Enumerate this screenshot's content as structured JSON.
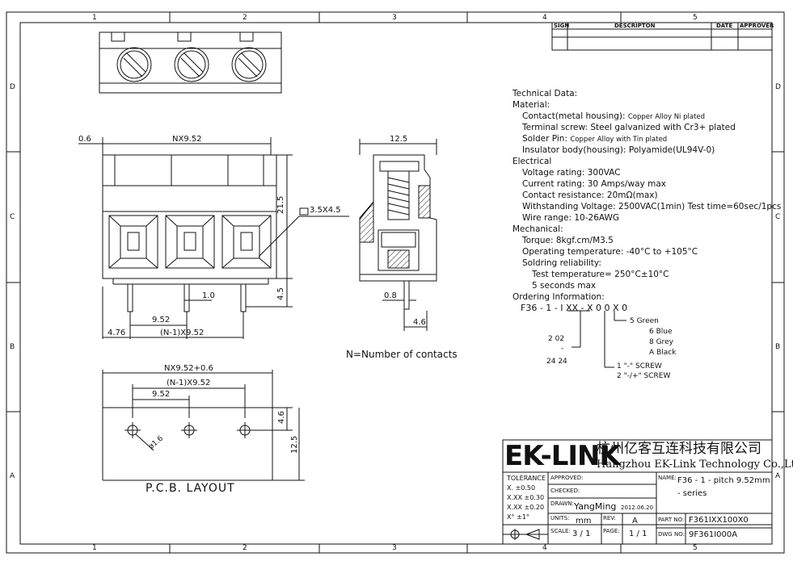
{
  "zones": {
    "columns": [
      "1",
      "2",
      "3",
      "4",
      "5"
    ],
    "rows": [
      "D",
      "C",
      "B",
      "A"
    ]
  },
  "revision_table": {
    "sign": "SIGN",
    "description": "DESCRIPTON",
    "date": "DATE",
    "approver": "APPROVER"
  },
  "technical": {
    "heading": "Technical Data:",
    "material": "Material:",
    "contact": "Contact(metal housing):",
    "contact_value": "Copper Alloy Ni plated",
    "screw": "Terminal screw: Steel galvanized with Cr3+ plated",
    "solder_pin": "Solder Pin:",
    "solder_pin_value": "Copper Alloy with Tin plated",
    "insulator": "Insulator body(housing): Polyamide(UL94V-0)",
    "electrical": "Electrical",
    "voltage": "Voltage rating: 300VAC",
    "current": "Current rating: 30 Amps/way max",
    "resistance": "Contact resistance: 20mΩ(max)",
    "withstanding": "Withstanding Voltage: 2500VAC(1min) Test time=60sec/1pcs",
    "wire": "Wire range: 10-26AWG",
    "mechanical": "Mechanical:",
    "torque": "Torque: 8kgf.cm/M3.5",
    "temperature": "Operating temperature: -40°C to +105°C",
    "soldering": "Soldring reliability:",
    "test_temp": "Test temperature= 250°C±10°C",
    "seconds": "5 seconds max",
    "ordering": "Ordering Information:"
  },
  "ordering_code": {
    "code": "F36 - 1 - I XX - X 0  0 X  0",
    "colors": [
      "5   Green",
      "6   Blue",
      "8   Grey",
      "A   Black"
    ],
    "pole_a": "2   02",
    "pole_dash": "-",
    "pole_b": "24  24",
    "screw_1": "1   \"-\" SCREW",
    "screw_2": "2   \"-/+\" SCREW"
  },
  "dimensions": {
    "d06": "0.6",
    "nx952": "NX9.52",
    "d215": "21.5",
    "d10": "1.0",
    "d45": "4.5",
    "d952": "9.52",
    "d476": "4.76",
    "n1x952": "(N-1)X9.52",
    "sq": "3.5X4.5",
    "d125": "12.5",
    "d08": "0.8",
    "d46": "4.6",
    "nx952p06": "NX9.52+0.6",
    "n1x952b": "(N-1)X9.52",
    "d952b": "9.52",
    "d46b": "4.6",
    "d125b": "12.5",
    "phi": "ø1.6"
  },
  "contacts_note": "N=Number of contacts",
  "pcb_layout": "P.C.B.  LAYOUT",
  "logo": "EK-LINK",
  "company_cn": "杭州亿客互连科技有限公司",
  "company_en": "Hangzhou EK-Link Technology Co.,Ltd",
  "title_block": {
    "tolerance": "TOLERANCE",
    "tol_x": "X.      ±0.50",
    "tol_xx": "X.XX   ±0.30",
    "tol_xxx": "X.XX ±0.20",
    "tol_deg": "X°      ±1°",
    "approved": "APPROVED:",
    "checked": "CHECKED:",
    "drawn_label": "DRAWN:",
    "drawn_by": "YangMing",
    "drawn_date": "2012.06.20",
    "units_label": "UNITS:",
    "units": "mm",
    "rev_label": "REV:",
    "rev": "A",
    "scale_label": "SCALE:",
    "scale": "3 / 1",
    "page_label": "PAGE:",
    "page": "1 / 1",
    "name_label": "NAME:",
    "name": "F36 - 1 - pitch 9.52mm",
    "name2": "- series",
    "part_label": "PART NO:",
    "part_no": "F361IXX100X0",
    "dwg_label": "DWG NO:",
    "dwg_no": "9F361I000A"
  }
}
